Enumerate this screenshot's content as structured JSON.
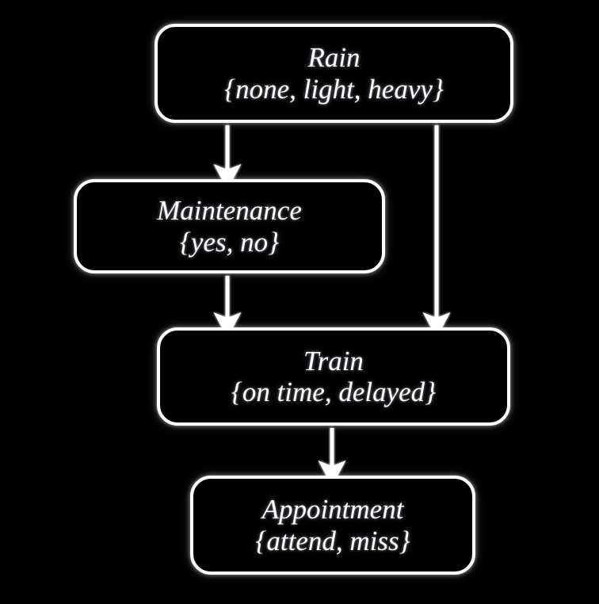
{
  "diagram": {
    "type": "bayesian-network-dag",
    "background_color": "#000000",
    "stroke_color": "#ffffff",
    "nodes": [
      {
        "id": "rain",
        "title": "Rain",
        "states": "{none, light, heavy}",
        "state_list": [
          "none",
          "light",
          "heavy"
        ]
      },
      {
        "id": "maintenance",
        "title": "Maintenance",
        "states": "{yes, no}",
        "state_list": [
          "yes",
          "no"
        ]
      },
      {
        "id": "train",
        "title": "Train",
        "states": "{on time, delayed}",
        "state_list": [
          "on time",
          "delayed"
        ]
      },
      {
        "id": "appointment",
        "title": "Appointment",
        "states": "{attend, miss}",
        "state_list": [
          "attend",
          "miss"
        ]
      }
    ],
    "edges": [
      {
        "id": "rain-to-maintenance",
        "from": "Rain",
        "to": "Maintenance"
      },
      {
        "id": "rain-to-train",
        "from": "Rain",
        "to": "Train"
      },
      {
        "id": "maintenance-to-train",
        "from": "Maintenance",
        "to": "Train"
      },
      {
        "id": "train-to-appointment",
        "from": "Train",
        "to": "Appointment"
      }
    ]
  }
}
